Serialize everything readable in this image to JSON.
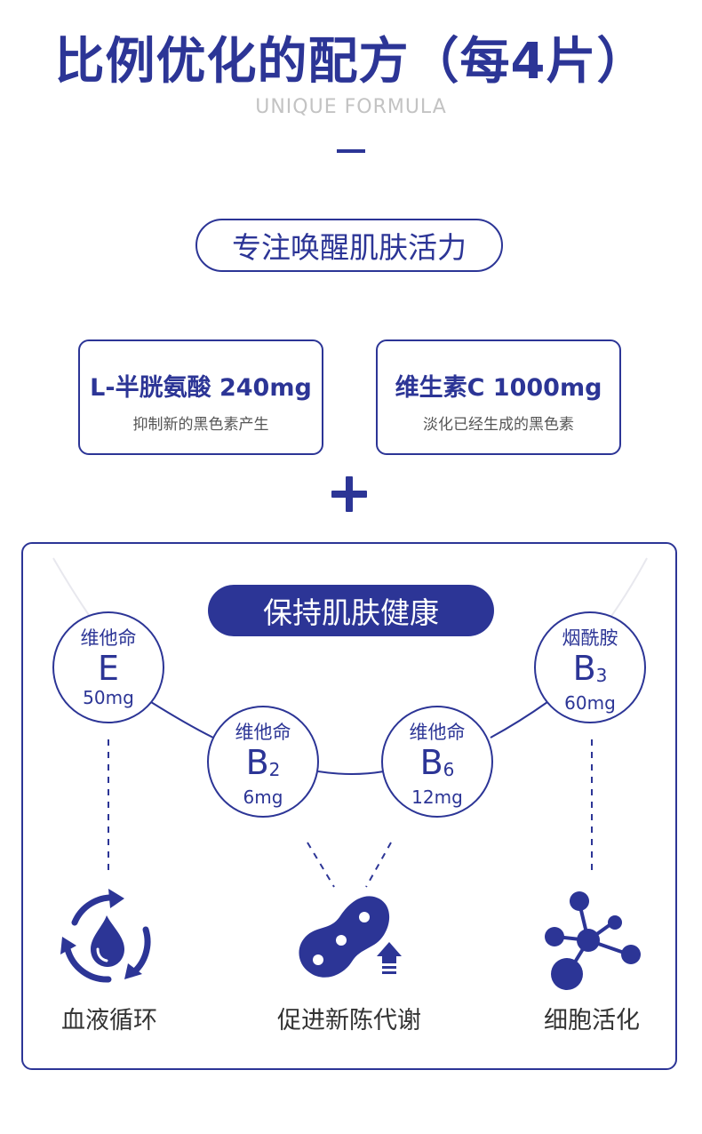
{
  "header": {
    "title": "比例优化的配方（每4片）",
    "subtitle": "UNIQUE FORMULA"
  },
  "focus_pill": "专注唤醒肌肤活力",
  "cards": [
    {
      "title": "L-半胱氨酸  240mg",
      "desc": "抑制新的黑色素产生"
    },
    {
      "title": "维生素C 1000mg",
      "desc": "淡化已经生成的黑色素"
    }
  ],
  "panel": {
    "pill": "保持肌肤健康",
    "nutrients": [
      {
        "name": "维他命",
        "symbol": "E",
        "sub": "",
        "dose": "50mg"
      },
      {
        "name": "维他命",
        "symbol": "B",
        "sub": "2",
        "dose": "6mg"
      },
      {
        "name": "维他命",
        "symbol": "B",
        "sub": "6",
        "dose": "12mg"
      },
      {
        "name": "烟酰胺",
        "symbol": "B",
        "sub": "3",
        "dose": "60mg"
      }
    ],
    "benefits": [
      {
        "label": "血液循环",
        "icon": "circulation-icon"
      },
      {
        "label": "促进新陈代谢",
        "icon": "metabolism-icon"
      },
      {
        "label": "细胞活化",
        "icon": "molecule-icon"
      }
    ]
  },
  "colors": {
    "primary": "#2c3596",
    "subtitle": "#c3c3c3",
    "text": "#333333"
  }
}
